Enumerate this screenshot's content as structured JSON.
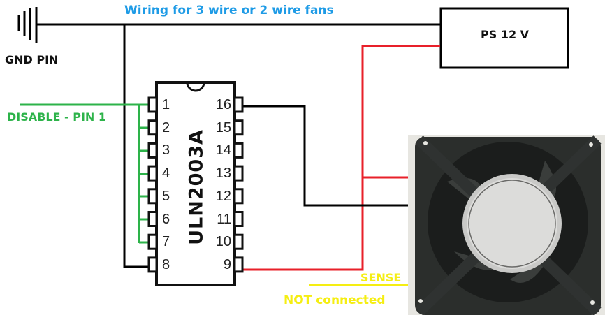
{
  "diagram": {
    "title": "Wiring for 3 wire or 2 wire fans",
    "ground_label": "GND PIN",
    "disable_label": "DISABLE - PIN 1",
    "power_supply_label": "PS 12 V",
    "chip_name": "ULN2003A",
    "left_pins": [
      "1",
      "2",
      "3",
      "4",
      "5",
      "6",
      "7",
      "8"
    ],
    "right_pins": [
      "16",
      "15",
      "14",
      "13",
      "12",
      "11",
      "10",
      "9"
    ],
    "sense_label": "SENSE",
    "not_connected_label": "NOT connected",
    "colors": {
      "title": "#1e9be6",
      "disable_wire": "#2db34a",
      "power_wire": "#e8202a",
      "ground_wire": "#000000",
      "sense_wire": "#f5ee12"
    }
  }
}
